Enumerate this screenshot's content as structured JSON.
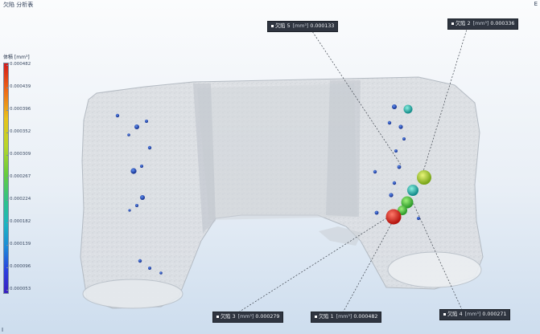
{
  "window": {
    "title": "欠陷 分析表",
    "right_label": "E"
  },
  "legend": {
    "title": "体積 [mm³]",
    "ticks": [
      "0.000482",
      "0.000439",
      "0.000396",
      "0.000352",
      "0.000309",
      "0.000267",
      "0.000224",
      "0.000182",
      "0.000139",
      "0.000096",
      "0.000053"
    ]
  },
  "callouts": [
    {
      "label": "欠陷 5",
      "unit": "[mm³]",
      "value": "0.000133"
    },
    {
      "label": "欠陷 2",
      "unit": "[mm³]",
      "value": "0.000336"
    },
    {
      "label": "欠陷 3",
      "unit": "[mm³]",
      "value": "0.000279"
    },
    {
      "label": "欠陷 1",
      "unit": "[mm³]",
      "value": "0.000482"
    },
    {
      "label": "欠陷 4",
      "unit": "[mm³]",
      "value": "0.000271"
    }
  ],
  "bottom_mark": "I",
  "colors": {
    "background": "#e9eff6",
    "part_fill": "#d9dde2",
    "pore_blue": "#1f4fb8",
    "callout_bg": "#2f3540"
  }
}
